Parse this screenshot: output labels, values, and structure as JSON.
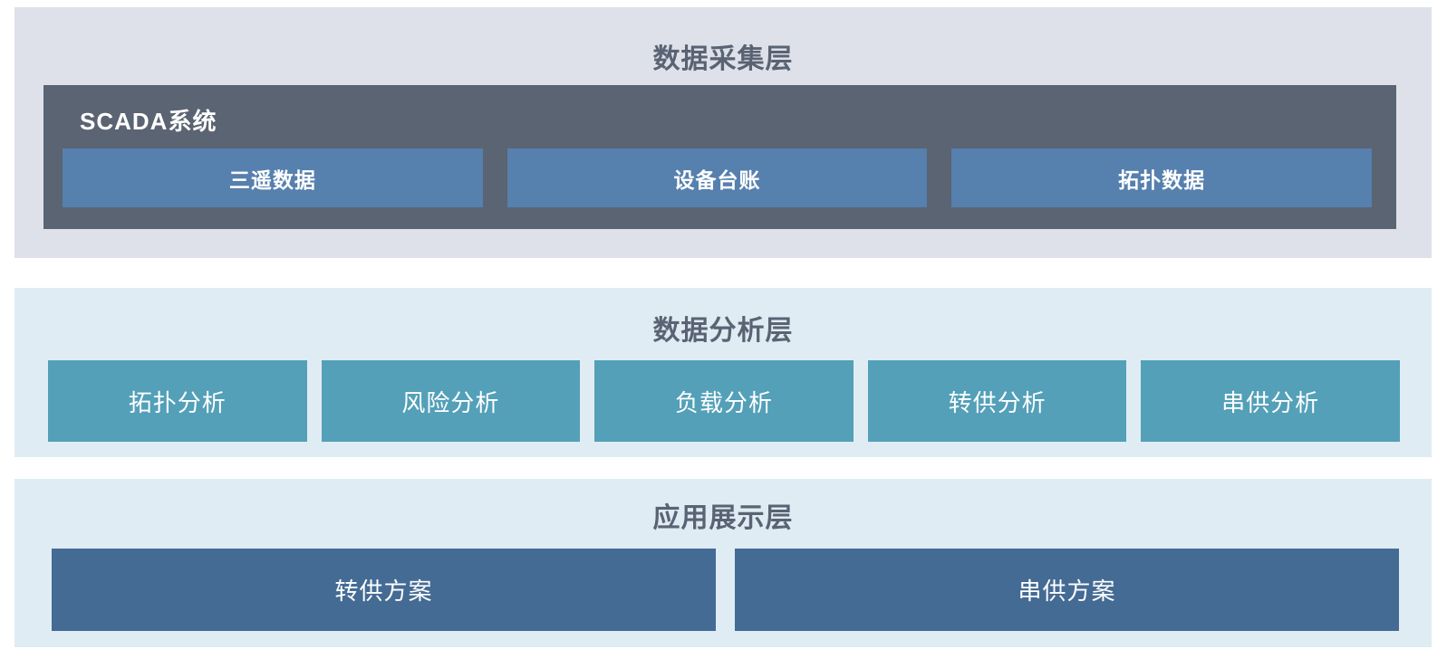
{
  "layers": {
    "collection": {
      "title": "数据采集层",
      "scada": {
        "label": "SCADA系统",
        "items": [
          {
            "label": "三遥数据"
          },
          {
            "label": "设备台账"
          },
          {
            "label": "拓扑数据"
          }
        ]
      }
    },
    "analysis": {
      "title": "数据分析层",
      "items": [
        {
          "label": "拓扑分析"
        },
        {
          "label": "风险分析"
        },
        {
          "label": "负载分析"
        },
        {
          "label": "转供分析"
        },
        {
          "label": "串供分析"
        }
      ]
    },
    "application": {
      "title": "应用展示层",
      "items": [
        {
          "label": "转供方案"
        },
        {
          "label": "串供方案"
        }
      ]
    }
  },
  "colors": {
    "layer1_bg": "#dee1e9",
    "scada_bg": "#5b6472",
    "scada_item_bg": "#5680ae",
    "layer23_bg": "#dfecf3",
    "analysis_item_bg": "#53a0b8",
    "application_item_bg": "#446b94",
    "title_text": "#5a6373",
    "item_text": "#ffffff"
  }
}
